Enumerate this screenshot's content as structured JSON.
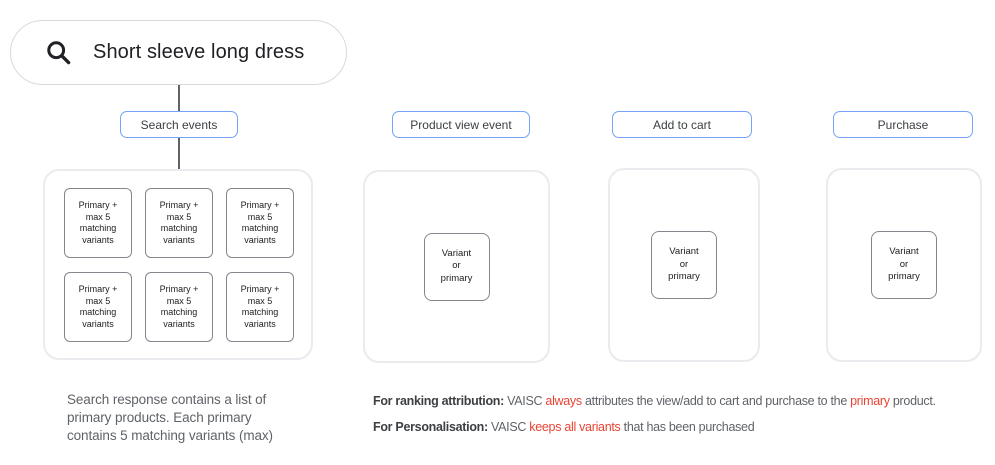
{
  "search_bar": {
    "query": "Short sleeve long dress"
  },
  "columns": [
    {
      "label": "Search events",
      "boxes": [
        "Primary +\nmax 5\nmatching\nvariants",
        "Primary +\nmax 5\nmatching\nvariants",
        "Primary +\nmax 5\nmatching\nvariants",
        "Primary +\nmax 5\nmatching\nvariants",
        "Primary +\nmax 5\nmatching\nvariants",
        "Primary +\nmax 5\nmatching\nvariants"
      ]
    },
    {
      "label": "Product view event",
      "boxes": [
        "Variant\nor\nprimary"
      ]
    },
    {
      "label": "Add to cart",
      "boxes": [
        "Variant\nor\nprimary"
      ]
    },
    {
      "label": "Purchase",
      "boxes": [
        "Variant\nor\nprimary"
      ]
    }
  ],
  "captions": {
    "search_note": "Search response contains a list of\nprimary products. Each primary\ncontains 5 matching variants (max)",
    "ranking": {
      "bold": "For ranking attribution:",
      "s1": " VAISC ",
      "red1": "always",
      "s2": " attributes the view/add to cart and purchase to the ",
      "red2": "primary",
      "s3": " product."
    },
    "personalisation": {
      "bold": "For Personalisation:",
      "s1": " VAISC ",
      "red1": "keeps all variants",
      "s2": " that has been purchased"
    }
  },
  "colors": {
    "accent_blue": "#74a3f8",
    "alert_red": "#ea4335",
    "container_border": "#e9ebee",
    "box_border": "#82878d",
    "text_dark": "#202124",
    "text_gray": "#5f6368"
  }
}
